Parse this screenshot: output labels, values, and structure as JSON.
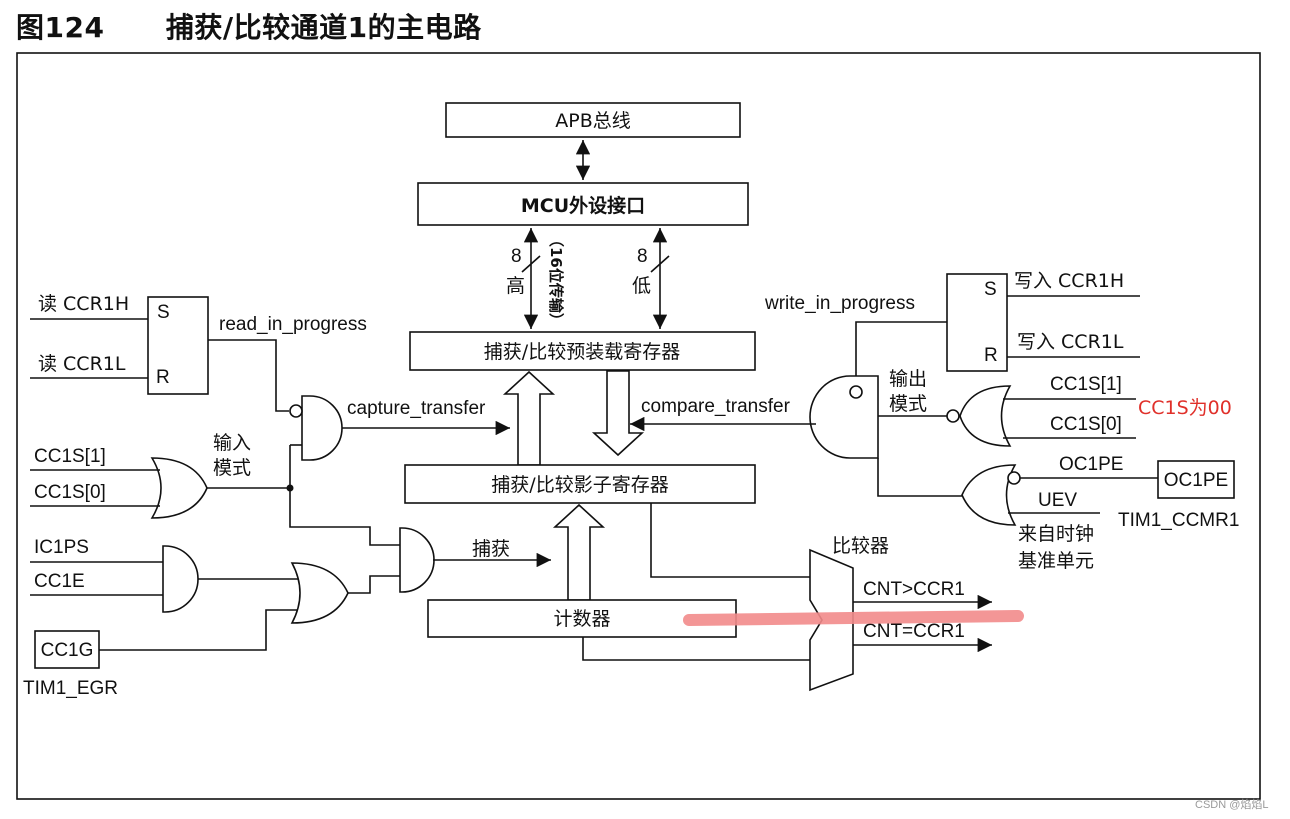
{
  "figure": {
    "title": "图124      捕获/比较通道1的主电路"
  },
  "blocks": {
    "apb_bus": "APB总线",
    "mcu_interface": "MCU外设接口",
    "preload_register": "捕获/比较预装载寄存器",
    "shadow_register": "捕获/比较影子寄存器",
    "counter": "计数器",
    "comparator": "比较器",
    "cc1g": "CC1G",
    "oc1pe": "OC1PE"
  },
  "bus": {
    "width_high": "8",
    "high": "高",
    "note": "（16位传输）",
    "width_low": "8",
    "low": "低"
  },
  "signals": {
    "read_ccr1h": "读 CCR1H",
    "read_ccr1l": "读 CCR1L",
    "s_left": "S",
    "r_left": "R",
    "read_in_progress": "read_in_progress",
    "capture_transfer": "capture_transfer",
    "input_mode": "输入\n模式",
    "cc1s1_left": "CC1S[1]",
    "cc1s0_left": "CC1S[0]",
    "ic1ps": "IC1PS",
    "cc1e": "CC1E",
    "capture": "捕获",
    "tim1_egr": "TIM1_EGR",
    "write_in_progress": "write_in_progress",
    "s_right": "S",
    "r_right": "R",
    "write_ccr1h": "写入 CCR1H",
    "write_ccr1l": "写入 CCR1L",
    "output_mode": "输出\n模式",
    "cc1s1_right": "CC1S[1]",
    "cc1s0_right": "CC1S[0]",
    "compare_transfer": "compare_transfer",
    "oc1pe": "OC1PE",
    "uev": "UEV",
    "from_timebase": "来自时钟\n基准单元",
    "tim1_ccmr1": "TIM1_CCMR1",
    "cnt_gt_ccr1": "CNT>CCR1",
    "cnt_eq_ccr1": "CNT=CCR1"
  },
  "annotation": {
    "text": "CC1S为00",
    "color": "#e0302a",
    "highlight_color": "#f28b8b"
  },
  "watermark": "CSDN @焰焰L"
}
